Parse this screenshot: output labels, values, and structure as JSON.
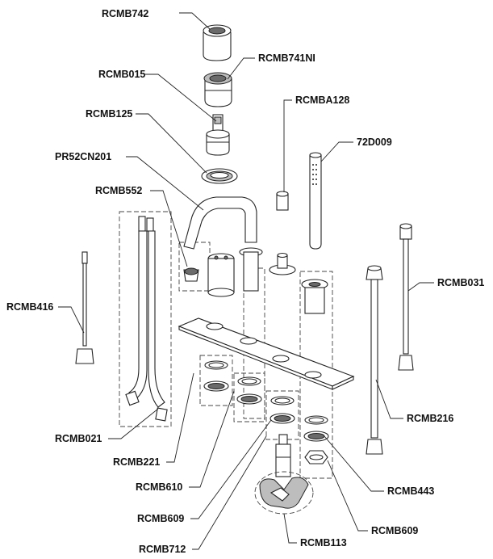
{
  "labels": {
    "rcmb742": "RCMB742",
    "rcmb741ni": "RCMB741NI",
    "rcmb015": "RCMB015",
    "rcmba128": "RCMBA128",
    "rcmb125": "RCMB125",
    "d009": "72D009",
    "pr52cn201": "PR52CN201",
    "rcmb552": "RCMB552",
    "rcmb031": "RCMB031",
    "rcmb416": "RCMB416",
    "rcmb216": "RCMB216",
    "rcmb021": "RCMB021",
    "rcmb221": "RCMB221",
    "rcmb610": "RCMB610",
    "rcmb443": "RCMB443",
    "rcmb609a": "RCMB609",
    "rcmb609b": "RCMB609",
    "rcmb712": "RCMB712",
    "rcmb113": "RCMB113"
  }
}
